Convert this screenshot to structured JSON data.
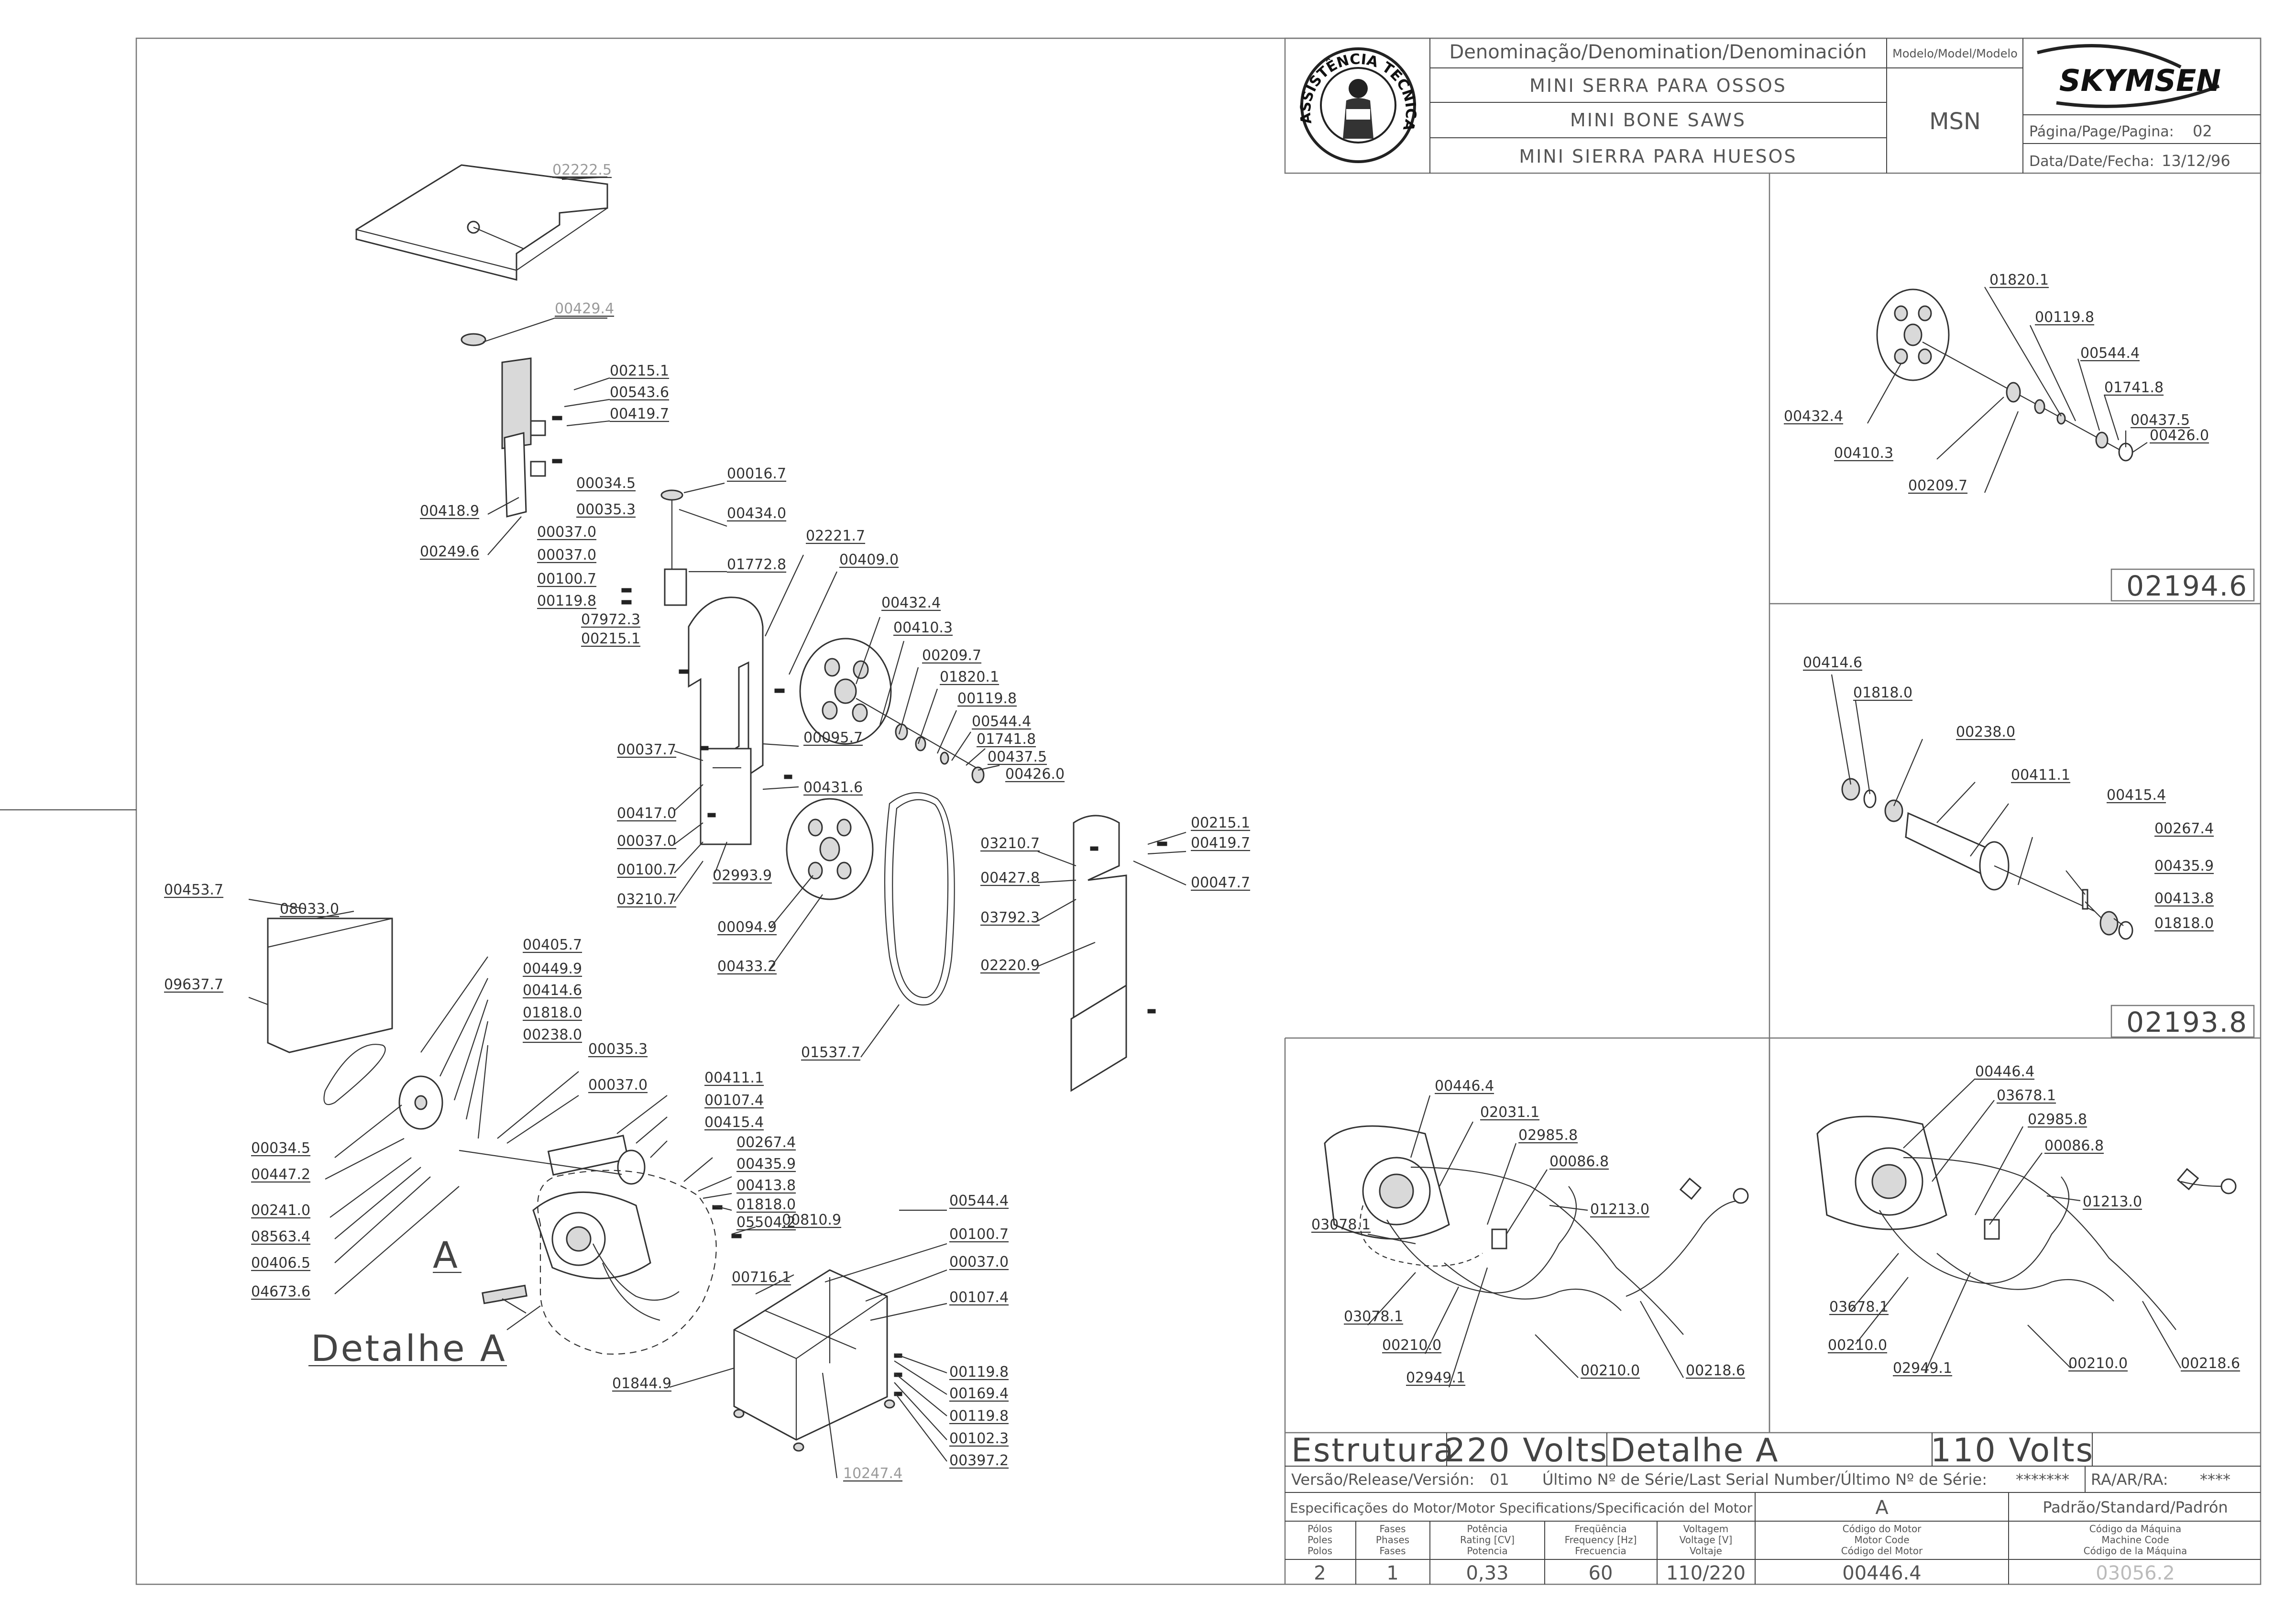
{
  "title_block": {
    "denomination_header": "Denominação/Denomination/Denominación",
    "name_pt": "MINI SERRA PARA OSSOS",
    "name_en": "MINI BONE SAWS",
    "name_es": "MINI SIERRA PARA HUESOS",
    "model_header": "Modelo/Model/Modelo",
    "model": "MSN",
    "brand": "SKYMSEN",
    "page_label": "Página/Page/Pagina:",
    "page_value": "02",
    "date_label": "Data/Date/Fecha:",
    "date_value": "13/12/96",
    "seal_text": "ASSISTÊNCIA TÉCNICA AUTORIZADA"
  },
  "main_labels": [
    {
      "id": "l-02222-5",
      "text": "02222.5",
      "grey": true
    },
    {
      "id": "l-00429-4",
      "text": "00429.4",
      "grey": true
    },
    {
      "id": "l-00215-1a",
      "text": "00215.1"
    },
    {
      "id": "l-00543-6",
      "text": "00543.6"
    },
    {
      "id": "l-00419-7a",
      "text": "00419.7"
    },
    {
      "id": "l-00418-9",
      "text": "00418.9"
    },
    {
      "id": "l-00249-6",
      "text": "00249.6"
    },
    {
      "id": "l-00034-5a",
      "text": "00034.5"
    },
    {
      "id": "l-00016-7",
      "text": "00016.7"
    },
    {
      "id": "l-00035-3a",
      "text": "00035.3"
    },
    {
      "id": "l-00434-0",
      "text": "00434.0"
    },
    {
      "id": "l-00037-0a",
      "text": "00037.0"
    },
    {
      "id": "l-00037-0b",
      "text": "00037.0"
    },
    {
      "id": "l-01772-8",
      "text": "01772.8"
    },
    {
      "id": "l-00100-7a",
      "text": "00100.7"
    },
    {
      "id": "l-00119-8a",
      "text": "00119.8"
    },
    {
      "id": "l-07972-3",
      "text": "07972.3"
    },
    {
      "id": "l-00215-1b",
      "text": "00215.1"
    },
    {
      "id": "l-02221-7",
      "text": "02221.7"
    },
    {
      "id": "l-00409-0",
      "text": "00409.0"
    },
    {
      "id": "l-00432-4a",
      "text": "00432.4"
    },
    {
      "id": "l-00410-3a",
      "text": "00410.3"
    },
    {
      "id": "l-00209-7a",
      "text": "00209.7"
    },
    {
      "id": "l-01820-1a",
      "text": "01820.1"
    },
    {
      "id": "l-00119-8b",
      "text": "00119.8"
    },
    {
      "id": "l-00544-4a",
      "text": "00544.4"
    },
    {
      "id": "l-01741-8a",
      "text": "01741.8"
    },
    {
      "id": "l-00437-5a",
      "text": "00437.5"
    },
    {
      "id": "l-00426-0a",
      "text": "00426.0"
    },
    {
      "id": "l-00095-7",
      "text": "00095.7"
    },
    {
      "id": "l-00037-7",
      "text": "00037.7"
    },
    {
      "id": "l-00431-6",
      "text": "00431.6"
    },
    {
      "id": "l-00417-0",
      "text": "00417.0"
    },
    {
      "id": "l-00037-0c",
      "text": "00037.0"
    },
    {
      "id": "l-00100-7b",
      "text": "00100.7"
    },
    {
      "id": "l-02993-9",
      "text": "02993.9"
    },
    {
      "id": "l-03210-7a",
      "text": "03210.7"
    },
    {
      "id": "l-00094-9",
      "text": "00094.9"
    },
    {
      "id": "l-00433-2",
      "text": "00433.2"
    },
    {
      "id": "l-03210-7b",
      "text": "03210.7"
    },
    {
      "id": "l-00215-1c",
      "text": "00215.1"
    },
    {
      "id": "l-00419-7b",
      "text": "00419.7"
    },
    {
      "id": "l-00427-8",
      "text": "00427.8"
    },
    {
      "id": "l-00047-7",
      "text": "00047.7"
    },
    {
      "id": "l-03792-3",
      "text": "03792.3"
    },
    {
      "id": "l-02220-9",
      "text": "02220.9"
    },
    {
      "id": "l-01537-7",
      "text": "01537.7"
    },
    {
      "id": "l-00453-7",
      "text": "00453.7"
    },
    {
      "id": "l-08033-0",
      "text": "08033.0"
    },
    {
      "id": "l-09637-7",
      "text": "09637.7"
    },
    {
      "id": "l-00405-7",
      "text": "00405.7"
    },
    {
      "id": "l-00449-9",
      "text": "00449.9"
    },
    {
      "id": "l-00414-6a",
      "text": "00414.6"
    },
    {
      "id": "l-01818-0a",
      "text": "01818.0"
    },
    {
      "id": "l-00238-0a",
      "text": "00238.0"
    },
    {
      "id": "l-00035-3b",
      "text": "00035.3"
    },
    {
      "id": "l-00037-0d",
      "text": "00037.0"
    },
    {
      "id": "l-00411-1a",
      "text": "00411.1"
    },
    {
      "id": "l-00107-4a",
      "text": "00107.4"
    },
    {
      "id": "l-00415-4a",
      "text": "00415.4"
    },
    {
      "id": "l-00267-4a",
      "text": "00267.4"
    },
    {
      "id": "l-00435-9a",
      "text": "00435.9"
    },
    {
      "id": "l-00413-8a",
      "text": "00413.8"
    },
    {
      "id": "l-01818-0b",
      "text": "01818.0"
    },
    {
      "id": "l-05504-2",
      "text": "05504.2"
    },
    {
      "id": "l-00810-9",
      "text": "00810.9"
    },
    {
      "id": "l-00034-5b",
      "text": "00034.5"
    },
    {
      "id": "l-00447-2",
      "text": "00447.2"
    },
    {
      "id": "l-00241-0",
      "text": "00241.0"
    },
    {
      "id": "l-08563-4",
      "text": "08563.4"
    },
    {
      "id": "l-00406-5",
      "text": "00406.5"
    },
    {
      "id": "l-04673-6",
      "text": "04673.6"
    },
    {
      "id": "l-00716-1",
      "text": "00716.1"
    },
    {
      "id": "l-00544-4b",
      "text": "00544.4"
    },
    {
      "id": "l-00100-7c",
      "text": "00100.7"
    },
    {
      "id": "l-00037-0e",
      "text": "00037.0"
    },
    {
      "id": "l-00107-4b",
      "text": "00107.4"
    },
    {
      "id": "l-00119-8c",
      "text": "00119.8"
    },
    {
      "id": "l-00169-4",
      "text": "00169.4"
    },
    {
      "id": "l-00119-8d",
      "text": "00119.8"
    },
    {
      "id": "l-00102-3",
      "text": "00102.3"
    },
    {
      "id": "l-00397-2",
      "text": "00397.2"
    },
    {
      "id": "l-01844-9",
      "text": "01844.9"
    },
    {
      "id": "l-10247-4",
      "text": "10247.4",
      "grey": true
    }
  ],
  "detail_a": {
    "letter": "A",
    "caption": "Detalhe A"
  },
  "panel_02194": {
    "code": "02194.6",
    "labels": [
      "01820.1",
      "00119.8",
      "00544.4",
      "01741.8",
      "00437.5",
      "00426.0",
      "00432.4",
      "00410.3",
      "00209.7"
    ]
  },
  "panel_02193": {
    "code": "02193.8",
    "labels": [
      "00414.6",
      "01818.0",
      "00238.0",
      "00411.1",
      "00415.4",
      "00267.4",
      "00435.9",
      "00413.8",
      "01818.0"
    ]
  },
  "wiring_220": {
    "labels": [
      "00446.4",
      "02031.1",
      "02985.8",
      "00086.8",
      "01213.0",
      "03078.1",
      "03078.1",
      "00210.0",
      "02949.1",
      "00210.0",
      "00218.6"
    ]
  },
  "wiring_110": {
    "labels": [
      "00446.4",
      "03678.1",
      "02985.8",
      "00086.8",
      "01213.0",
      "03678.1",
      "00210.0",
      "02949.1",
      "00210.0",
      "00218.6"
    ]
  },
  "bottom_block": {
    "estrutura": "Estrutura",
    "v220": "220  Volts",
    "detalhe_a": "Detalhe  A",
    "v110": "110  Volts",
    "release_label": "Versão/Release/Versión:",
    "release_value": "01",
    "serial_label": "Último Nº de Série/Last Serial Number/Último Nº de Série:",
    "serial_value": "*******",
    "ra_label": "RA/AR/RA:",
    "ra_value": "****",
    "motor_spec_label": "Especificações do Motor/Motor Specifications/Specificación del Motor",
    "col_a": "A",
    "standard_label": "Padrão/Standard/Padrón",
    "h_poles": [
      "Pólos",
      "Poles",
      "Polos"
    ],
    "h_phases": [
      "Fases",
      "Phases",
      "Fases"
    ],
    "h_power": [
      "Potência",
      "Rating [CV]",
      "Potencia"
    ],
    "h_freq": [
      "Freqüência",
      "Frequency [Hz]",
      "Frecuencia"
    ],
    "h_volt": [
      "Voltagem",
      "Voltage [V]",
      "Voltaje"
    ],
    "h_motor": [
      "Código do Motor",
      "Motor Code",
      "Código del Motor"
    ],
    "h_machine": [
      "Código da Máquina",
      "Machine Code",
      "Código de la Máquina"
    ],
    "v_poles": "2",
    "v_phases": "1",
    "v_power": "0,33",
    "v_freq": "60",
    "v_volt": "110/220",
    "v_motor": "00446.4",
    "v_machine": "03056.2"
  },
  "colors": {
    "line": "#333333",
    "frame": "#777777",
    "grey_label": "#9a9a9a"
  }
}
